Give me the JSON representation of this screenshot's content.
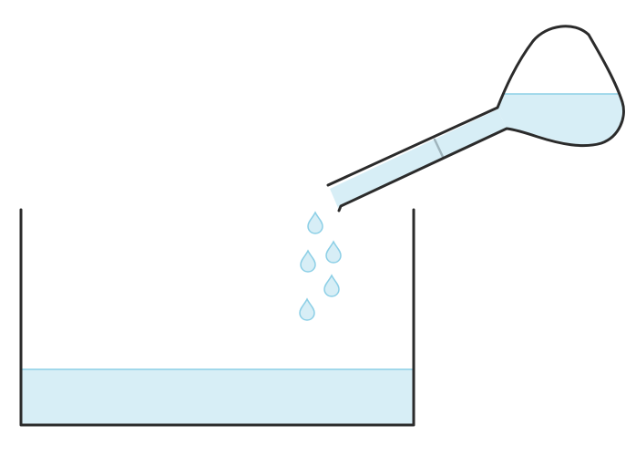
{
  "diagram": {
    "title": "",
    "objects": [
      "beaker",
      "volumetric-flask",
      "water-drops"
    ],
    "drop_count": 5
  },
  "colors": {
    "liquid": "#d7eef6",
    "liquid_edge": "#8ccfe6",
    "outline": "#2b2b2b",
    "graduation_mark": "#9fb4bc"
  }
}
